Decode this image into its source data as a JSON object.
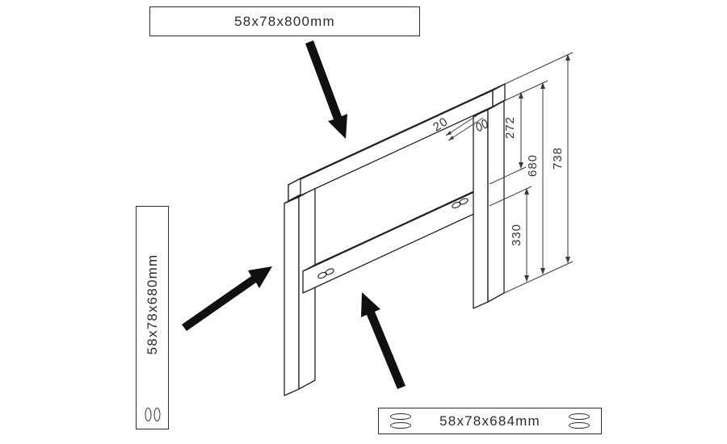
{
  "part_labels": {
    "top_rail": "58x78x800mm",
    "leg": "58x78x680mm",
    "bottom_rail": "58x78x684mm"
  },
  "dimensions": {
    "top_to_mid_rail": "272",
    "leg_height": "680",
    "overall_height": "738",
    "mid_rail_to_bottom": "330",
    "front_offset": "20"
  },
  "colors": {
    "line": "#1f1f1f",
    "arrow": "#101010",
    "text": "#2b2b2b",
    "background": "#ffffff"
  }
}
